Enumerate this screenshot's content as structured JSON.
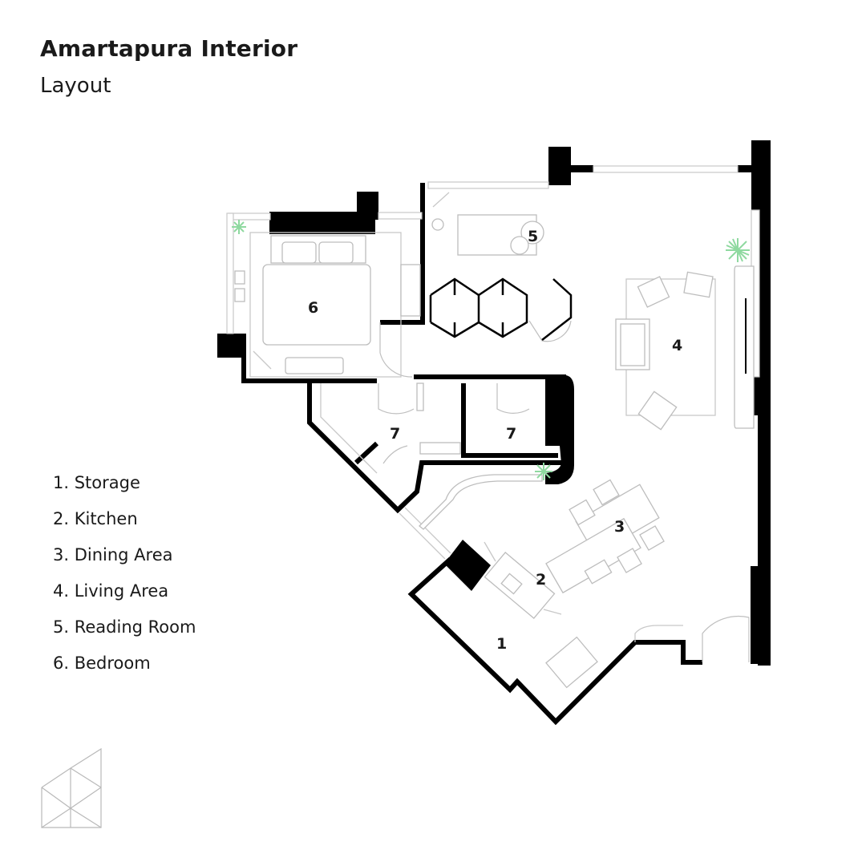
{
  "header": {
    "title": "Amartapura Interior",
    "subtitle": "Layout"
  },
  "legend": [
    "1. Storage",
    "2. Kitchen",
    "3. Dining Area",
    "4. Living Area",
    "5. Reading Room",
    "6. Bedroom"
  ],
  "rooms": {
    "storage": "1",
    "kitchen": "2",
    "dining": "3",
    "living": "4",
    "reading": "5",
    "bedroom": "6",
    "bath_left": "7",
    "bath_right": "7"
  },
  "colors": {
    "wall": "#000000",
    "furniture_line": "#bdbdbd",
    "plant": "#8fd9a0"
  }
}
